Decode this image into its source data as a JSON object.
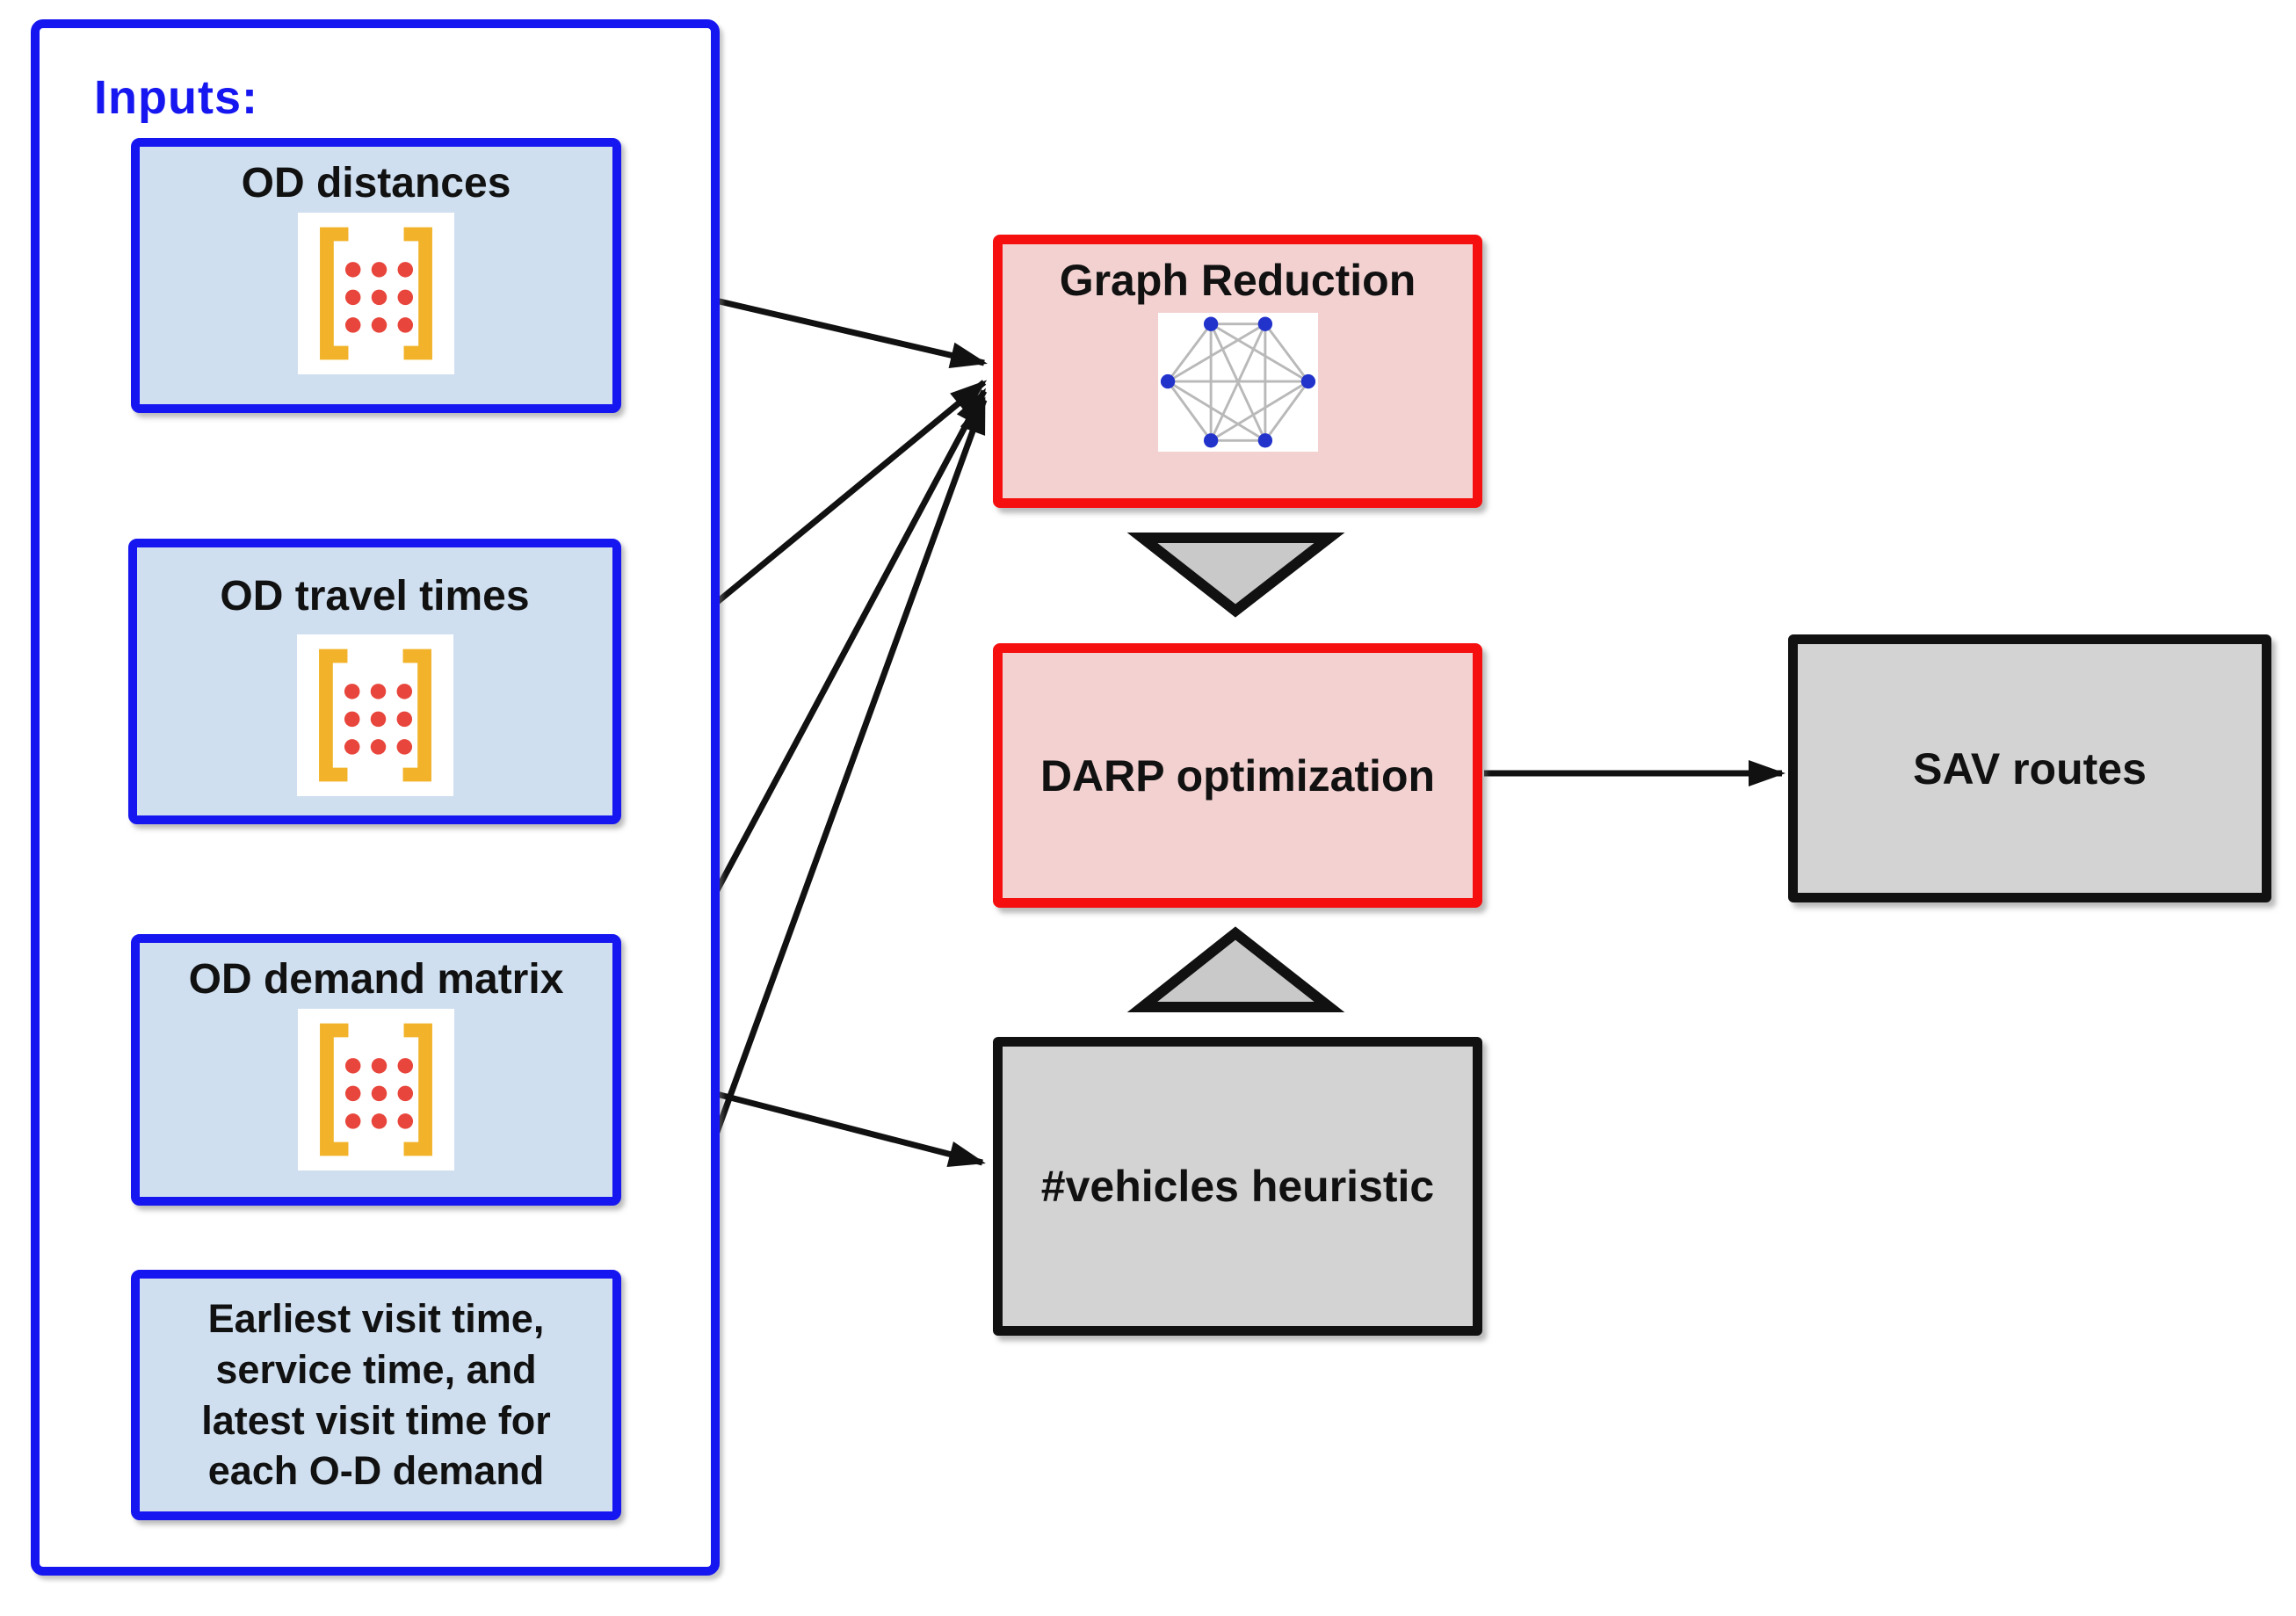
{
  "inputs_panel": {
    "title": "Inputs:",
    "boxes": [
      {
        "label": "OD distances",
        "icon": "matrix-icon"
      },
      {
        "label": "OD travel times",
        "icon": "matrix-icon"
      },
      {
        "label": "OD demand matrix",
        "icon": "matrix-icon"
      },
      {
        "label": "Earliest visit time,\nservice time, and\nlatest visit time for\neach O-D demand",
        "icon": "none"
      }
    ]
  },
  "process": {
    "graph_reduction": {
      "label": "Graph Reduction",
      "icon": "complete-graph-icon"
    },
    "darp_optimization": {
      "label": "DARP optimization"
    },
    "vehicles_heuristic": {
      "label": "#vehicles heuristic"
    }
  },
  "output": {
    "sav_routes": {
      "label": "SAV routes"
    }
  },
  "icons": {
    "matrix": "matrix-icon: white square, orange brackets, 3x3 red dots",
    "complete_graph": "complete-graph-icon: 6 blue nodes, all-pairs gray edges",
    "triangle_down": "triangle-down-connector",
    "triangle_up": "triangle-up-connector"
  },
  "colors": {
    "blue_border": "#1616f0",
    "light_blue_fill": "#cfdff0",
    "red_border": "#f50f0f",
    "pink_fill": "#f3d1d1",
    "black_border": "#111111",
    "gray_fill": "#d3d3d3",
    "triangle_fill": "#c9c9c9",
    "arrow": "#111111",
    "matrix_bracket": "#f2b32a",
    "matrix_dot": "#e8463c",
    "graph_node": "#2233cc",
    "graph_edge": "#b9b9b9"
  }
}
